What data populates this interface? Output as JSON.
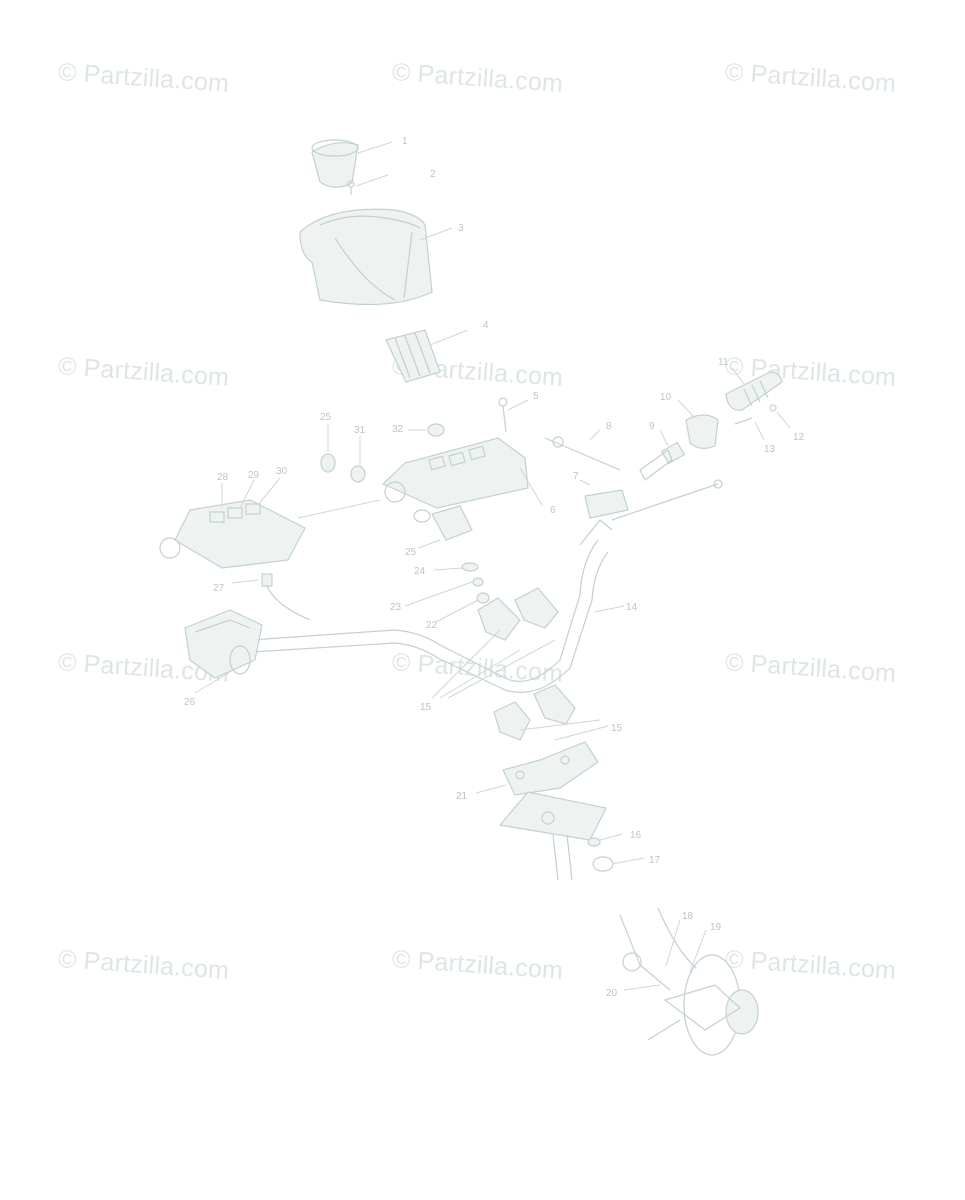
{
  "watermark": {
    "text": "© Partzilla.com",
    "color": "#dde6e3",
    "count": 12
  },
  "line_color": "#c3d1cd",
  "callouts": [
    {
      "id": "c1",
      "text": "1"
    },
    {
      "id": "c2",
      "text": "2"
    },
    {
      "id": "c3",
      "text": "3"
    },
    {
      "id": "c4",
      "text": "4"
    },
    {
      "id": "c5",
      "text": "5"
    },
    {
      "id": "c6",
      "text": "6"
    },
    {
      "id": "c7",
      "text": "7"
    },
    {
      "id": "c8",
      "text": "8"
    },
    {
      "id": "c9",
      "text": "9"
    },
    {
      "id": "c10",
      "text": "10"
    },
    {
      "id": "c11",
      "text": "11"
    },
    {
      "id": "c12",
      "text": "12"
    },
    {
      "id": "c13",
      "text": "13"
    },
    {
      "id": "c14",
      "text": "14"
    },
    {
      "id": "c15a",
      "text": "15"
    },
    {
      "id": "c15b",
      "text": "15"
    },
    {
      "id": "c16",
      "text": "16"
    },
    {
      "id": "c17",
      "text": "17"
    },
    {
      "id": "c18",
      "text": "18"
    },
    {
      "id": "c19",
      "text": "19"
    },
    {
      "id": "c20",
      "text": "20"
    },
    {
      "id": "c21",
      "text": "21"
    },
    {
      "id": "c22",
      "text": "22"
    },
    {
      "id": "c23",
      "text": "23"
    },
    {
      "id": "c24",
      "text": "24"
    },
    {
      "id": "c25a",
      "text": "25"
    },
    {
      "id": "c25b",
      "text": "25"
    },
    {
      "id": "c26",
      "text": "26"
    },
    {
      "id": "c27",
      "text": "27"
    },
    {
      "id": "c28",
      "text": "28"
    },
    {
      "id": "c29",
      "text": "29"
    },
    {
      "id": "c30",
      "text": "30"
    },
    {
      "id": "c31",
      "text": "31"
    },
    {
      "id": "c32",
      "text": "32"
    }
  ]
}
